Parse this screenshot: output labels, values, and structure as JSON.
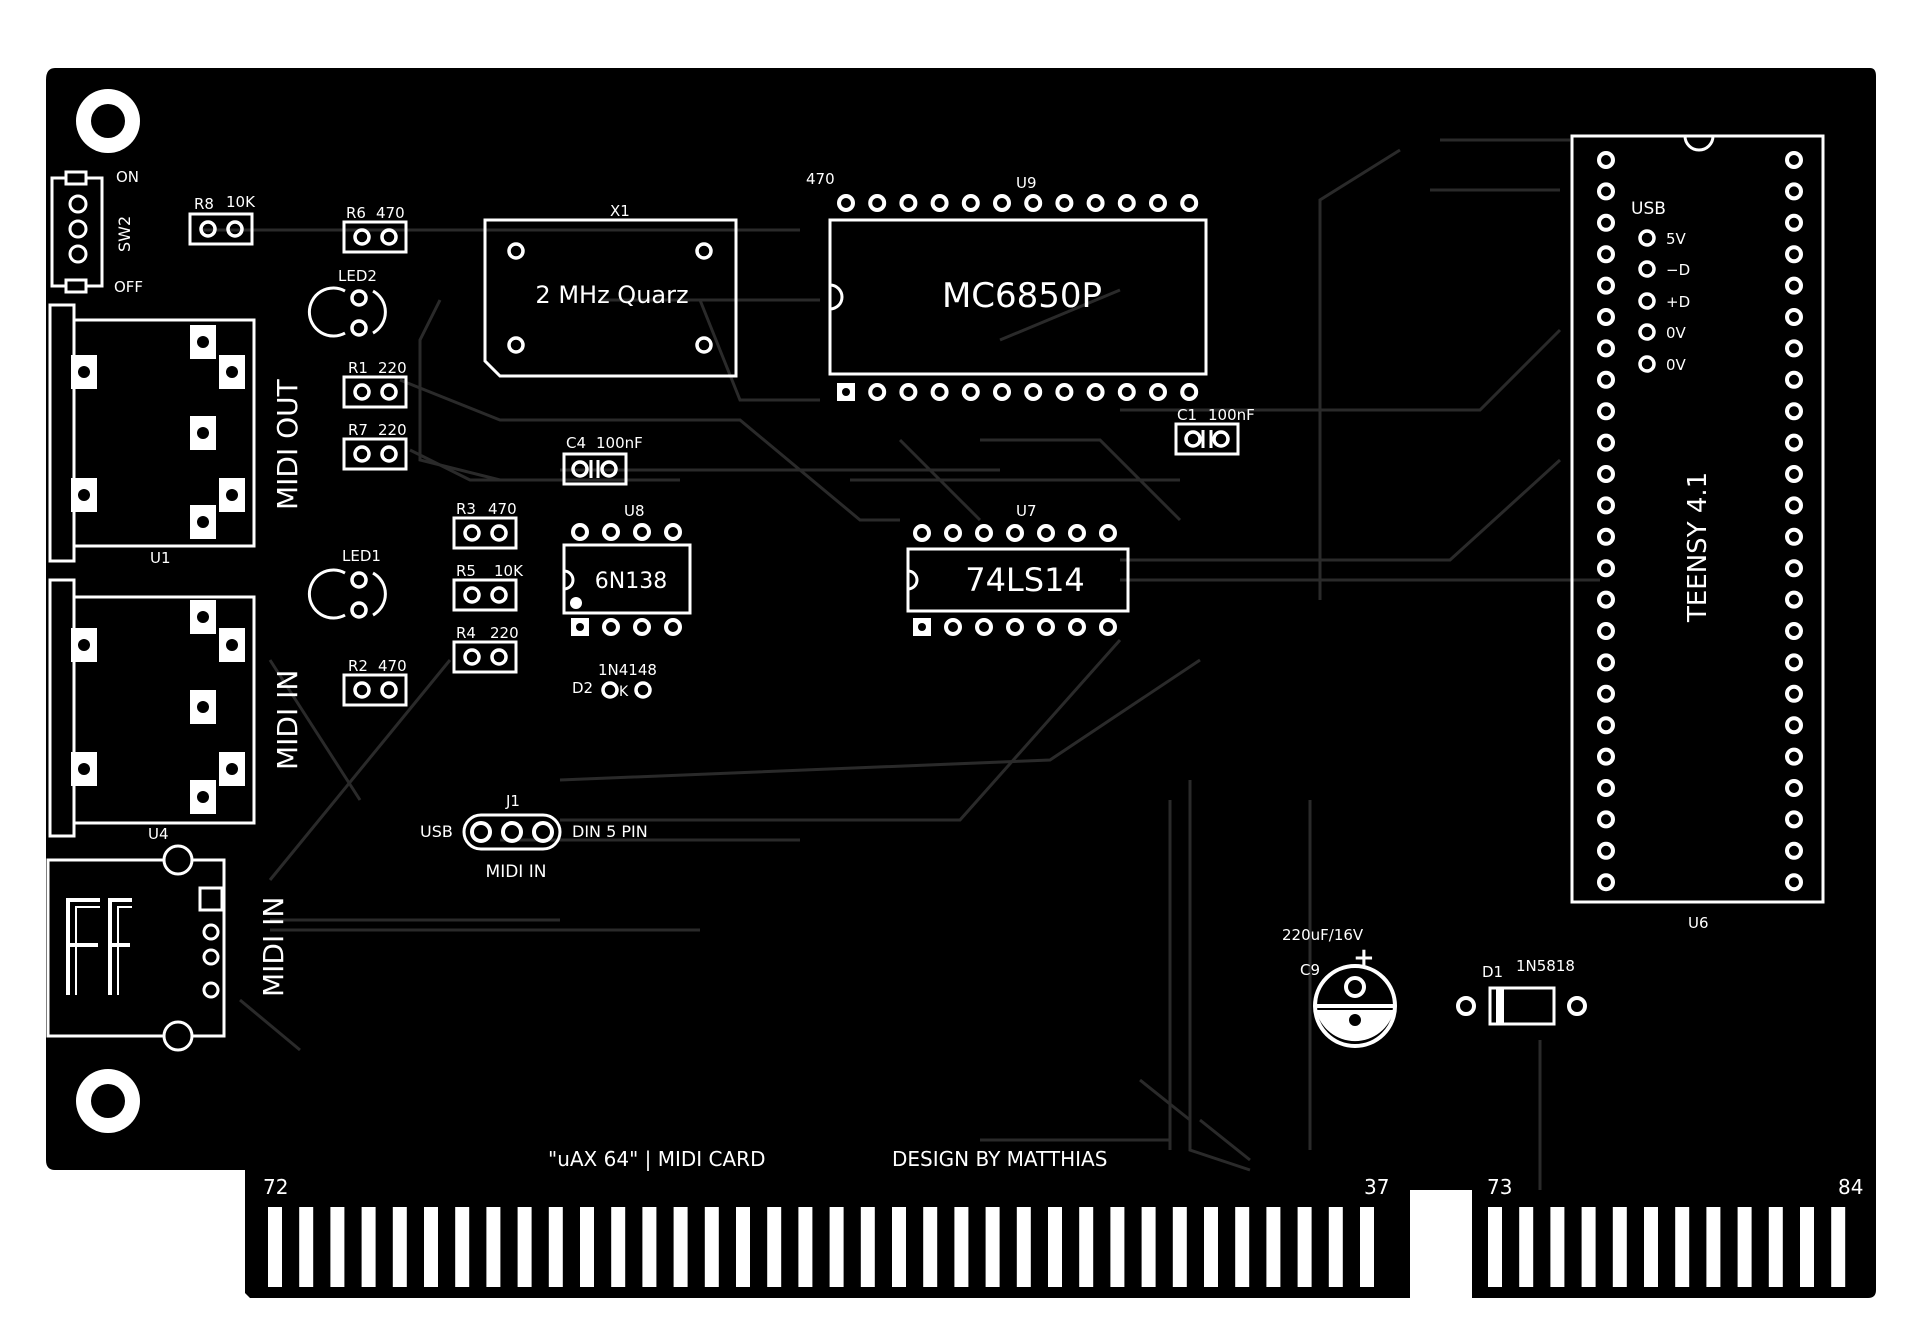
{
  "colors": {
    "board": "#000000",
    "silk": "#ffffff",
    "background": "#ffffff",
    "trace": "#2a2a2a"
  },
  "switch": {
    "ref": "SW2",
    "on": "ON",
    "off": "OFF"
  },
  "resistors": [
    {
      "ref": "R8",
      "value": "10K"
    },
    {
      "ref": "R6",
      "value": "470"
    },
    {
      "ref": "R1",
      "value": "220"
    },
    {
      "ref": "R7",
      "value": "220"
    },
    {
      "ref": "R3",
      "value": "470"
    },
    {
      "ref": "R5",
      "value": "10K"
    },
    {
      "ref": "R4",
      "value": "220"
    },
    {
      "ref": "R2",
      "value": "470"
    }
  ],
  "leds": [
    {
      "ref": "LED2"
    },
    {
      "ref": "LED1"
    }
  ],
  "crystal": {
    "ref": "X1",
    "label": "2 MHz Quarz"
  },
  "u9": {
    "ref": "U9",
    "name": "MC6850P",
    "note": "470"
  },
  "c1": {
    "ref": "C1",
    "value": "100nF"
  },
  "c4": {
    "ref": "C4",
    "value": "100nF"
  },
  "u8": {
    "ref": "U8",
    "name": "6N138"
  },
  "u7": {
    "ref": "U7",
    "name": "74LS14"
  },
  "d2": {
    "ref": "D2",
    "value": "1N4148",
    "k": "K"
  },
  "j1": {
    "ref": "J1",
    "left": "USB",
    "right": "DIN 5 PIN",
    "caption": "MIDI IN"
  },
  "connectors": [
    {
      "ref": "U1",
      "label": "MIDI OUT"
    },
    {
      "ref": "",
      "label": "MIDI IN"
    },
    {
      "ref": "U4",
      "label": "MIDI IN"
    }
  ],
  "teensy": {
    "ref": "U6",
    "name": "TEENSY 4.1",
    "usb": "USB",
    "pins": [
      "5V",
      "−D",
      "+D",
      "0V",
      "0V"
    ]
  },
  "c9": {
    "ref": "C9",
    "value": "220uF/16V",
    "plus": "+"
  },
  "d1": {
    "ref": "D1",
    "value": "1N5818"
  },
  "footer": {
    "title": "\"uAX 64\"  |  MIDI CARD",
    "credit": "DESIGN BY MATTHIAS"
  },
  "edge": {
    "n72": "72",
    "n37": "37",
    "n73": "73",
    "n84": "84"
  }
}
